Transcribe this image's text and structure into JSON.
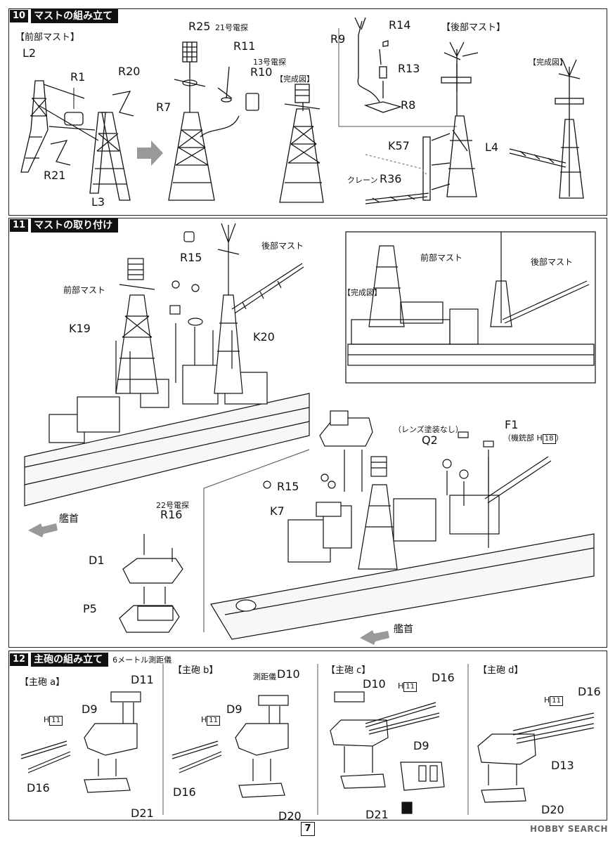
{
  "section10": {
    "number": "10",
    "title": "マストの組み立て",
    "front_mast_label": "【前部マスト】",
    "rear_mast_label": "【後部マスト】",
    "completed_label": "【完成図】",
    "completed_label2": "【完成図】",
    "parts": {
      "L2": "L2",
      "R1": "R1",
      "R20": "R20",
      "R21": "R21",
      "L3": "L3",
      "R25": "R25",
      "R25_note": "21号電探",
      "R11": "R11",
      "R10": "R10",
      "R10_note": "13号電探",
      "R7": "R7",
      "R9": "R9",
      "R14": "R14",
      "R13": "R13",
      "R8": "R8",
      "K57": "K57",
      "L4": "L4",
      "R36": "R36",
      "crane": "クレーン"
    }
  },
  "section11": {
    "number": "11",
    "title": "マストの取り付け",
    "front_mast": "前部マスト",
    "rear_mast": "後部マスト",
    "front_mast2": "前部マスト",
    "rear_mast2": "後部マスト",
    "completed_label": "【完成図】",
    "bow": "艦首",
    "bow2": "艦首",
    "parts": {
      "R15": "R15",
      "K19": "K19",
      "K20": "K20",
      "R16_note": "22号電探",
      "R16": "R16",
      "D1": "D1",
      "P5": "P5",
      "R15b": "R15",
      "K7": "K7",
      "Q2": "Q2",
      "F1": "F1",
      "lens_note": "（レンズ塗装なし）",
      "F1_note_pre": "（機銃部 H",
      "F1_note_num": "18",
      "F1_note_post": "）"
    }
  },
  "section12": {
    "number": "12",
    "title": "主砲の組み立て",
    "subtitle": "6メートル測距儀",
    "turrets": [
      {
        "label": "【主砲 a】"
      },
      {
        "label": "【主砲 b】"
      },
      {
        "label": "【主砲 c】"
      },
      {
        "label": "【主砲 d】"
      }
    ],
    "rangefinder_note": "測距儀",
    "parts": {
      "D11": "D11",
      "D9": "D9",
      "D16": "D16",
      "D21": "D21",
      "D10": "D10",
      "D20": "D20",
      "D13": "D13"
    },
    "h_prefix": "H",
    "h_num": "11"
  },
  "page_number": "7",
  "watermark": "HOBBY SEARCH"
}
